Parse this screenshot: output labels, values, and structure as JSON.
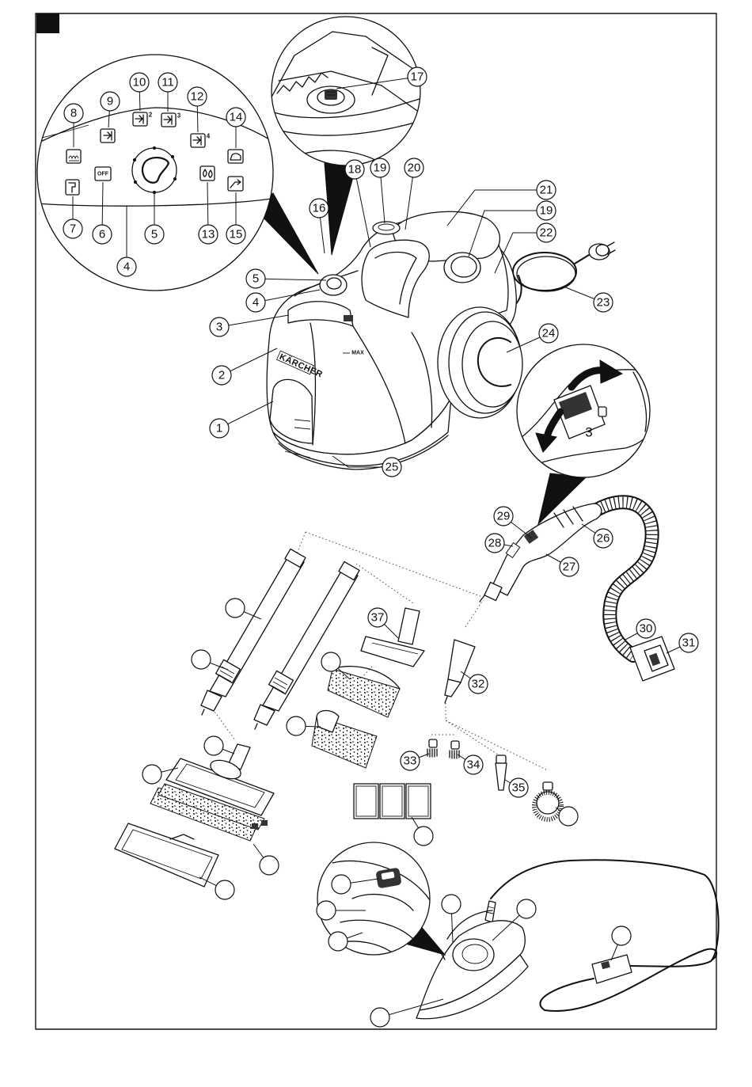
{
  "figure": {
    "callouts": {
      "c1": "1",
      "c2": "2",
      "c3": "3",
      "c4_panel": "4",
      "c4_body": "4",
      "c5_panel": "5",
      "c5_body": "5",
      "c6": "6",
      "c7": "7",
      "c8": "8",
      "c9": "9",
      "c10": "10",
      "c11": "11",
      "c12": "12",
      "c13": "13",
      "c14": "14",
      "c15": "15",
      "c16": "16",
      "c17": "17",
      "c18": "18",
      "c19_top": "19",
      "c19_side": "19",
      "c20": "20",
      "c21": "21",
      "c22": "22",
      "c23": "23",
      "c24": "24",
      "c25": "25",
      "c26": "26",
      "c27": "27",
      "c28": "28",
      "c29": "29",
      "c30": "30",
      "c31": "31",
      "c32": "32",
      "c33": "33",
      "c34": "34",
      "c35": "35",
      "c37": "37"
    },
    "panel_labels": {
      "off": "OFF",
      "outlet_2": "2",
      "outlet_3": "3",
      "outlet_4": "4"
    },
    "device_labels": {
      "brand_logo": "KÄRCHER",
      "max_mark": "MAX",
      "switch_level": "3"
    }
  }
}
